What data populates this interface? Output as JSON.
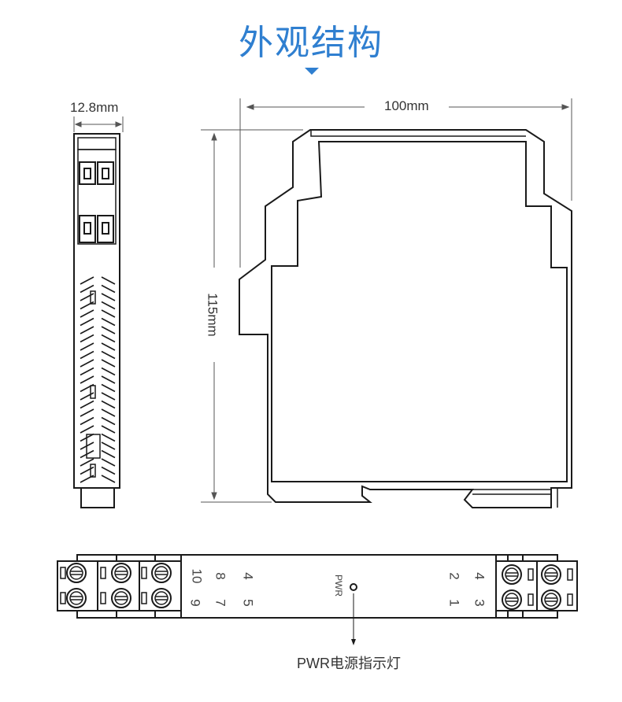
{
  "title": "外观结构",
  "accent_color": "#2f7fd0",
  "dimensions": {
    "width": "12.8mm",
    "length": "100mm",
    "height": "115mm"
  },
  "terminals": {
    "left_top": [
      "10",
      "8",
      "4"
    ],
    "left_bottom": [
      "9",
      "7",
      "5"
    ],
    "right_top": [
      "2",
      "4"
    ],
    "right_bottom": [
      "1",
      "3"
    ]
  },
  "led_label": "PWR",
  "led_caption": "PWR电源指示灯"
}
